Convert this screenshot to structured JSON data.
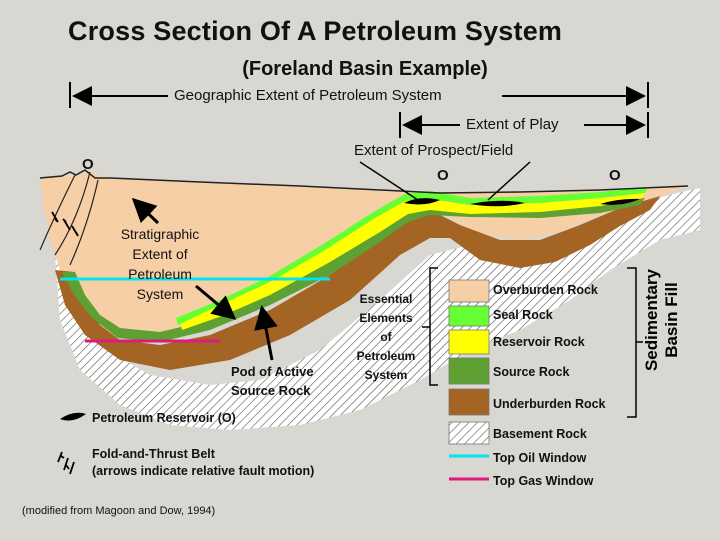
{
  "title": "Cross Section Of A Petroleum System",
  "subtitle": "(Foreland Basin Example)",
  "extent_labels": {
    "geographic": "Geographic Extent of Petroleum System",
    "play": "Extent of Play",
    "prospect": "Extent of Prospect/Field"
  },
  "reservoir_markers": [
    "O",
    "O",
    "O"
  ],
  "annotations": {
    "stratigraphic": [
      "Stratigraphic",
      "Extent of",
      "Petroleum",
      "System"
    ],
    "pod": [
      "Pod of Active",
      "Source Rock"
    ]
  },
  "essential_elements": [
    "Essential",
    "Elements",
    "of",
    "Petroleum",
    "System"
  ],
  "sedimentary_basin_fill": [
    "Sedimentary",
    "Basin Fill"
  ],
  "legend": {
    "layers": [
      {
        "label": "Overburden Rock",
        "color": "#f7cfa7"
      },
      {
        "label": "Seal Rock",
        "color": "#66ff33"
      },
      {
        "label": "Reservoir Rock",
        "color": "#ffff00"
      },
      {
        "label": "Source Rock",
        "color": "#5ea031"
      },
      {
        "label": "Underburden Rock",
        "color": "#a46424"
      },
      {
        "label": "Basement Rock",
        "color": "hatch"
      }
    ],
    "lines": [
      {
        "label": "Top Oil Window",
        "color": "#00e5ee"
      },
      {
        "label": "Top Gas Window",
        "color": "#e0197e"
      }
    ]
  },
  "symbols": {
    "reservoir": "Petroleum Reservoir (O)",
    "fold_thrust": [
      "Fold-and-Thrust Belt",
      "(arrows indicate relative fault motion)"
    ]
  },
  "citation": "(modified from Magoon and Dow, 1994)"
}
